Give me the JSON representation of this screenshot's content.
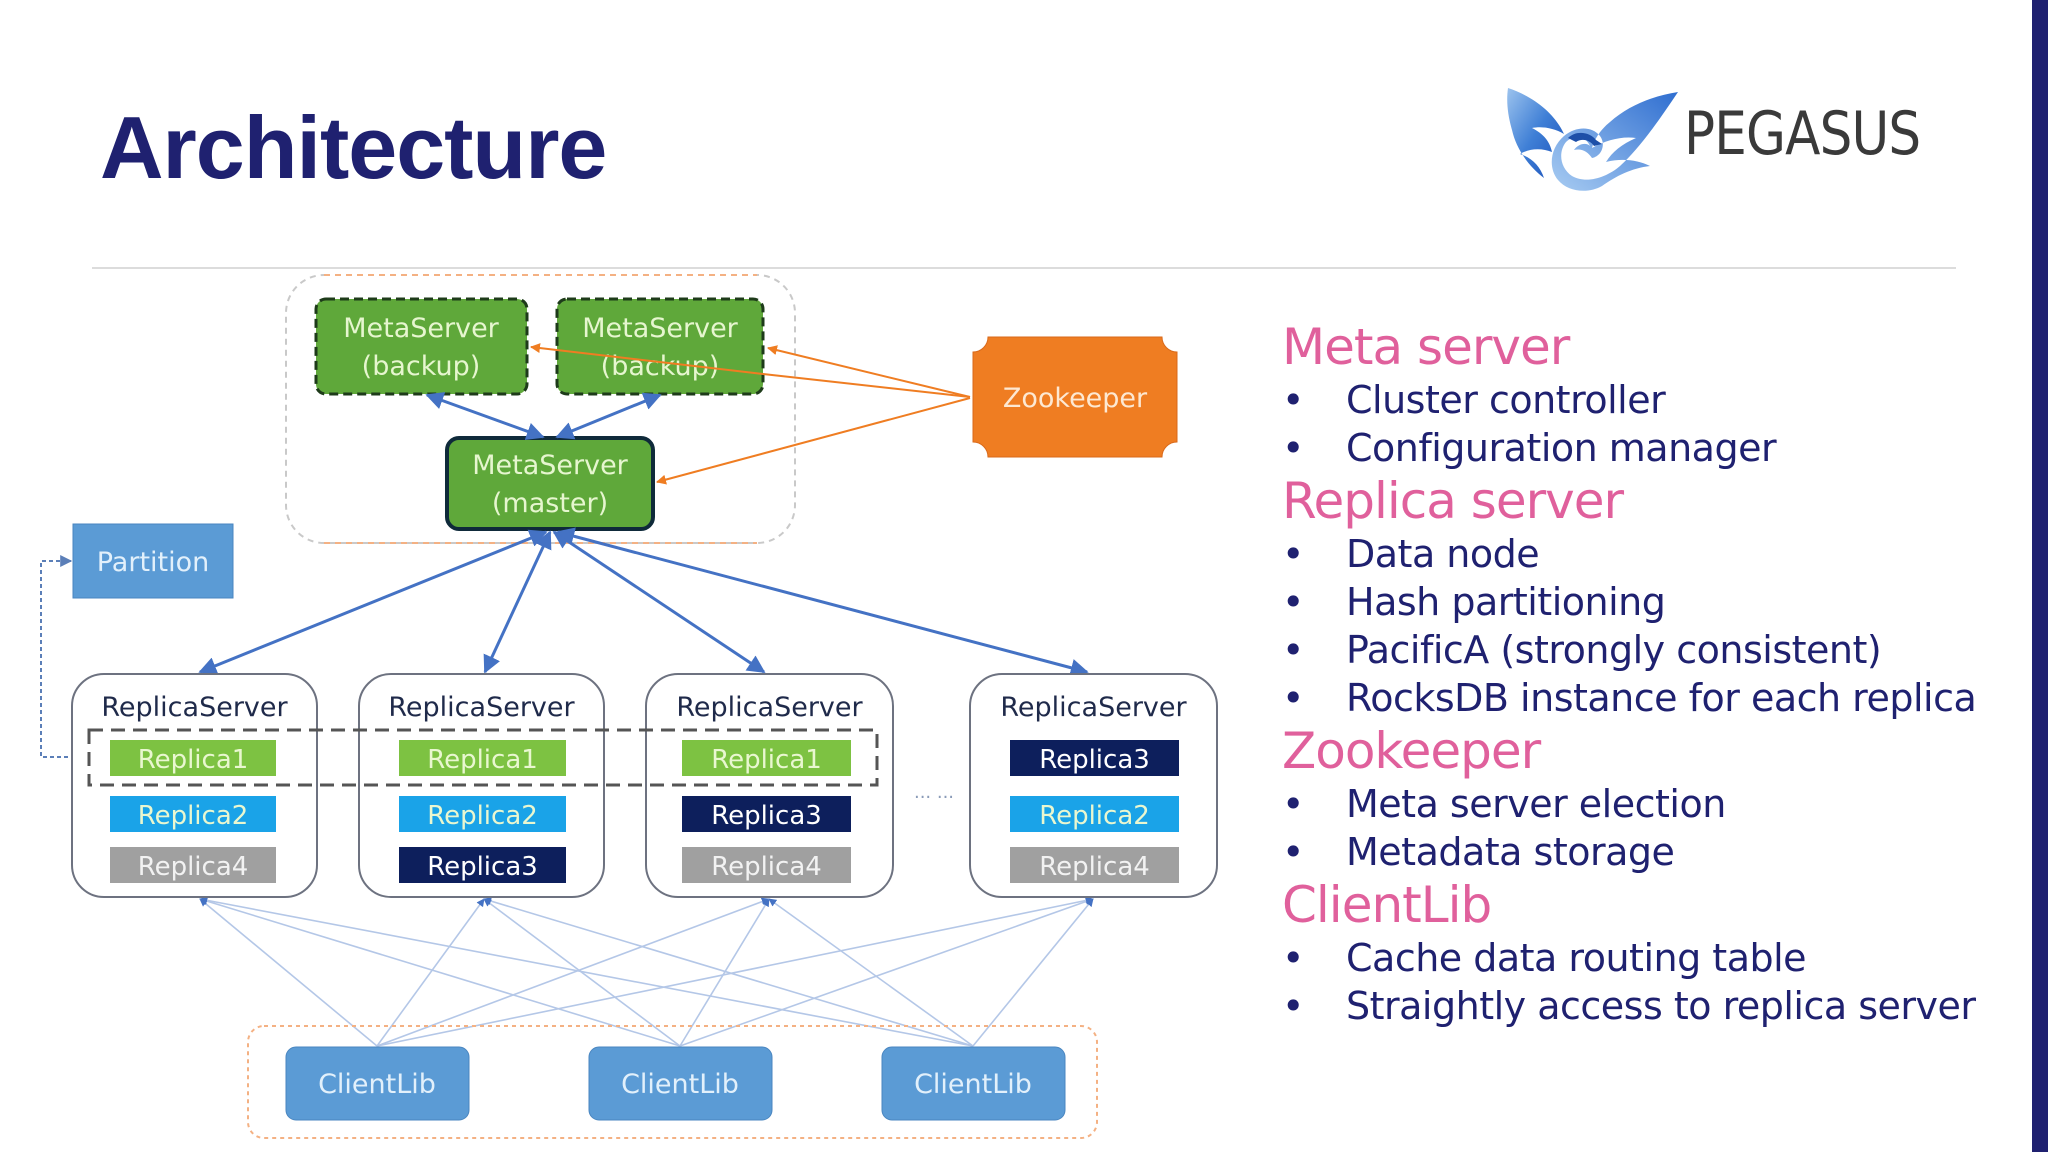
{
  "slide": {
    "title": "Architecture",
    "logo": {
      "icon": "pegasus-winged-horse-icon",
      "text": "PEGASUS"
    },
    "colors": {
      "title": "#1f2170",
      "heading": "#e0609c",
      "bullet_text": "#1f2170",
      "accent_bar": "#1f2170"
    }
  },
  "diagram": {
    "meta_servers": [
      {
        "id": "backup1",
        "line1": "MetaServer",
        "line2": "(backup)",
        "role": "backup"
      },
      {
        "id": "backup2",
        "line1": "MetaServer",
        "line2": "(backup)",
        "role": "backup"
      },
      {
        "id": "master",
        "line1": "MetaServer",
        "line2": "(master)",
        "role": "master"
      }
    ],
    "zookeeper": {
      "label": "Zookeeper"
    },
    "partition": {
      "label": "Partition"
    },
    "replica_servers": [
      {
        "label": "ReplicaServer",
        "replicas": [
          "Replica1",
          "Replica2",
          "Replica4"
        ]
      },
      {
        "label": "ReplicaServer",
        "replicas": [
          "Replica1",
          "Replica2",
          "Replica3"
        ]
      },
      {
        "label": "ReplicaServer",
        "replicas": [
          "Replica1",
          "Replica3",
          "Replica4"
        ]
      },
      {
        "label": "ReplicaServer",
        "replicas": [
          "Replica3",
          "Replica2",
          "Replica4"
        ]
      }
    ],
    "ellipsis": "... ...",
    "client_libs": [
      "ClientLib",
      "ClientLib",
      "ClientLib"
    ],
    "replica_colors": {
      "Replica1": "#7dc242",
      "Replica2": "#1aa3e8",
      "Replica3": "#0d1f5c",
      "Replica4": "#a0a0a0"
    },
    "colors": {
      "meta_fill": "#5fa83a",
      "zookeeper_fill": "#ef7d22",
      "partition_fill": "#5b9bd5",
      "clientlib_fill": "#5b9bd5",
      "control_arrow": "#4472c4",
      "zk_arrow": "#ef7d22",
      "client_line": "#b4c7e7"
    }
  },
  "description": {
    "sections": [
      {
        "heading": "Meta server",
        "items": [
          "Cluster controller",
          "Configuration manager"
        ]
      },
      {
        "heading": "Replica server",
        "items": [
          "Data node",
          "Hash partitioning",
          "PacificA (strongly consistent)",
          "RocksDB instance for each replica"
        ]
      },
      {
        "heading": "Zookeeper",
        "items": [
          "Meta server election",
          "Metadata storage"
        ]
      },
      {
        "heading": "ClientLib",
        "items": [
          "Cache data routing table",
          "Straightly access to replica server"
        ]
      }
    ],
    "bullet": "•"
  }
}
